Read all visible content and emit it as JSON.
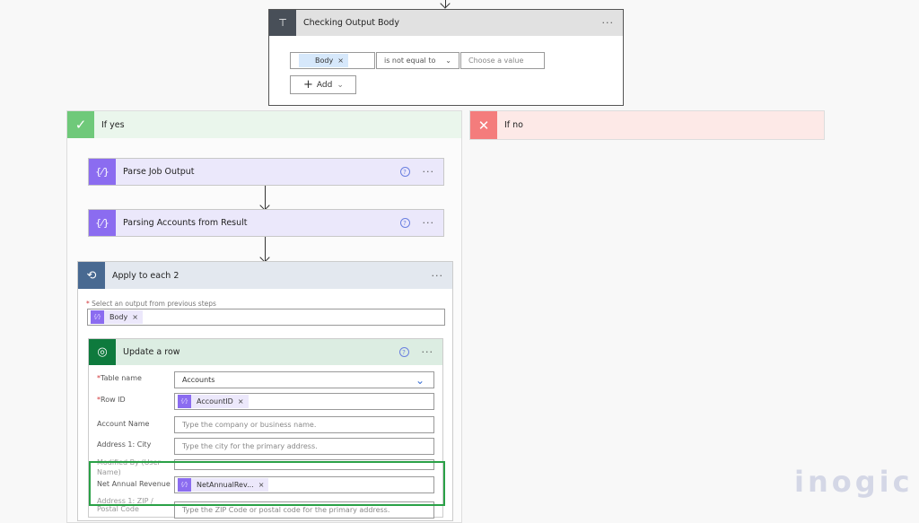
{
  "condition": {
    "title": "Checking Output Body",
    "token": "Body",
    "operator": "is not equal to",
    "value_placeholder": "Choose a value",
    "add_label": "Add",
    "more": "···"
  },
  "branches": {
    "yes": "If yes",
    "no": "If no"
  },
  "parse_job": {
    "title": "Parse Job Output",
    "help": "?",
    "more": "···"
  },
  "parsing_accounts": {
    "title": "Parsing Accounts from Result",
    "help": "?",
    "more": "···"
  },
  "apply_each": {
    "title": "Apply to each 2",
    "more": "···",
    "field_label": "Select an output from previous steps",
    "token": "Body"
  },
  "update_row": {
    "title": "Update a row",
    "help": "?",
    "more": "···",
    "fields": {
      "table_label": "Table name",
      "table_value": "Accounts",
      "rowid_label": "Row ID",
      "rowid_token": "AccountID",
      "account_name_label": "Account Name",
      "account_name_placeholder": "Type the company or business name.",
      "city_label": "Address 1: City",
      "city_placeholder": "Type the city for the primary address.",
      "modified_label": "Modified By (User Name)",
      "revenue_label": "Net Annual Revenue",
      "revenue_token": "NetAnnualRev...",
      "zip_label": "Address 1: ZIP / Postal Code",
      "zip_placeholder": "Type the ZIP Code or postal code for the primary address."
    }
  },
  "watermark": "inogic",
  "colors": {
    "condition_icon": "#484f58",
    "yes": "#6fc97a",
    "no": "#f47c7c",
    "json_icon": "#8b6cf0",
    "loop_icon": "#486991",
    "dataverse": "#0e7a3d",
    "highlight": "#2aa147"
  }
}
